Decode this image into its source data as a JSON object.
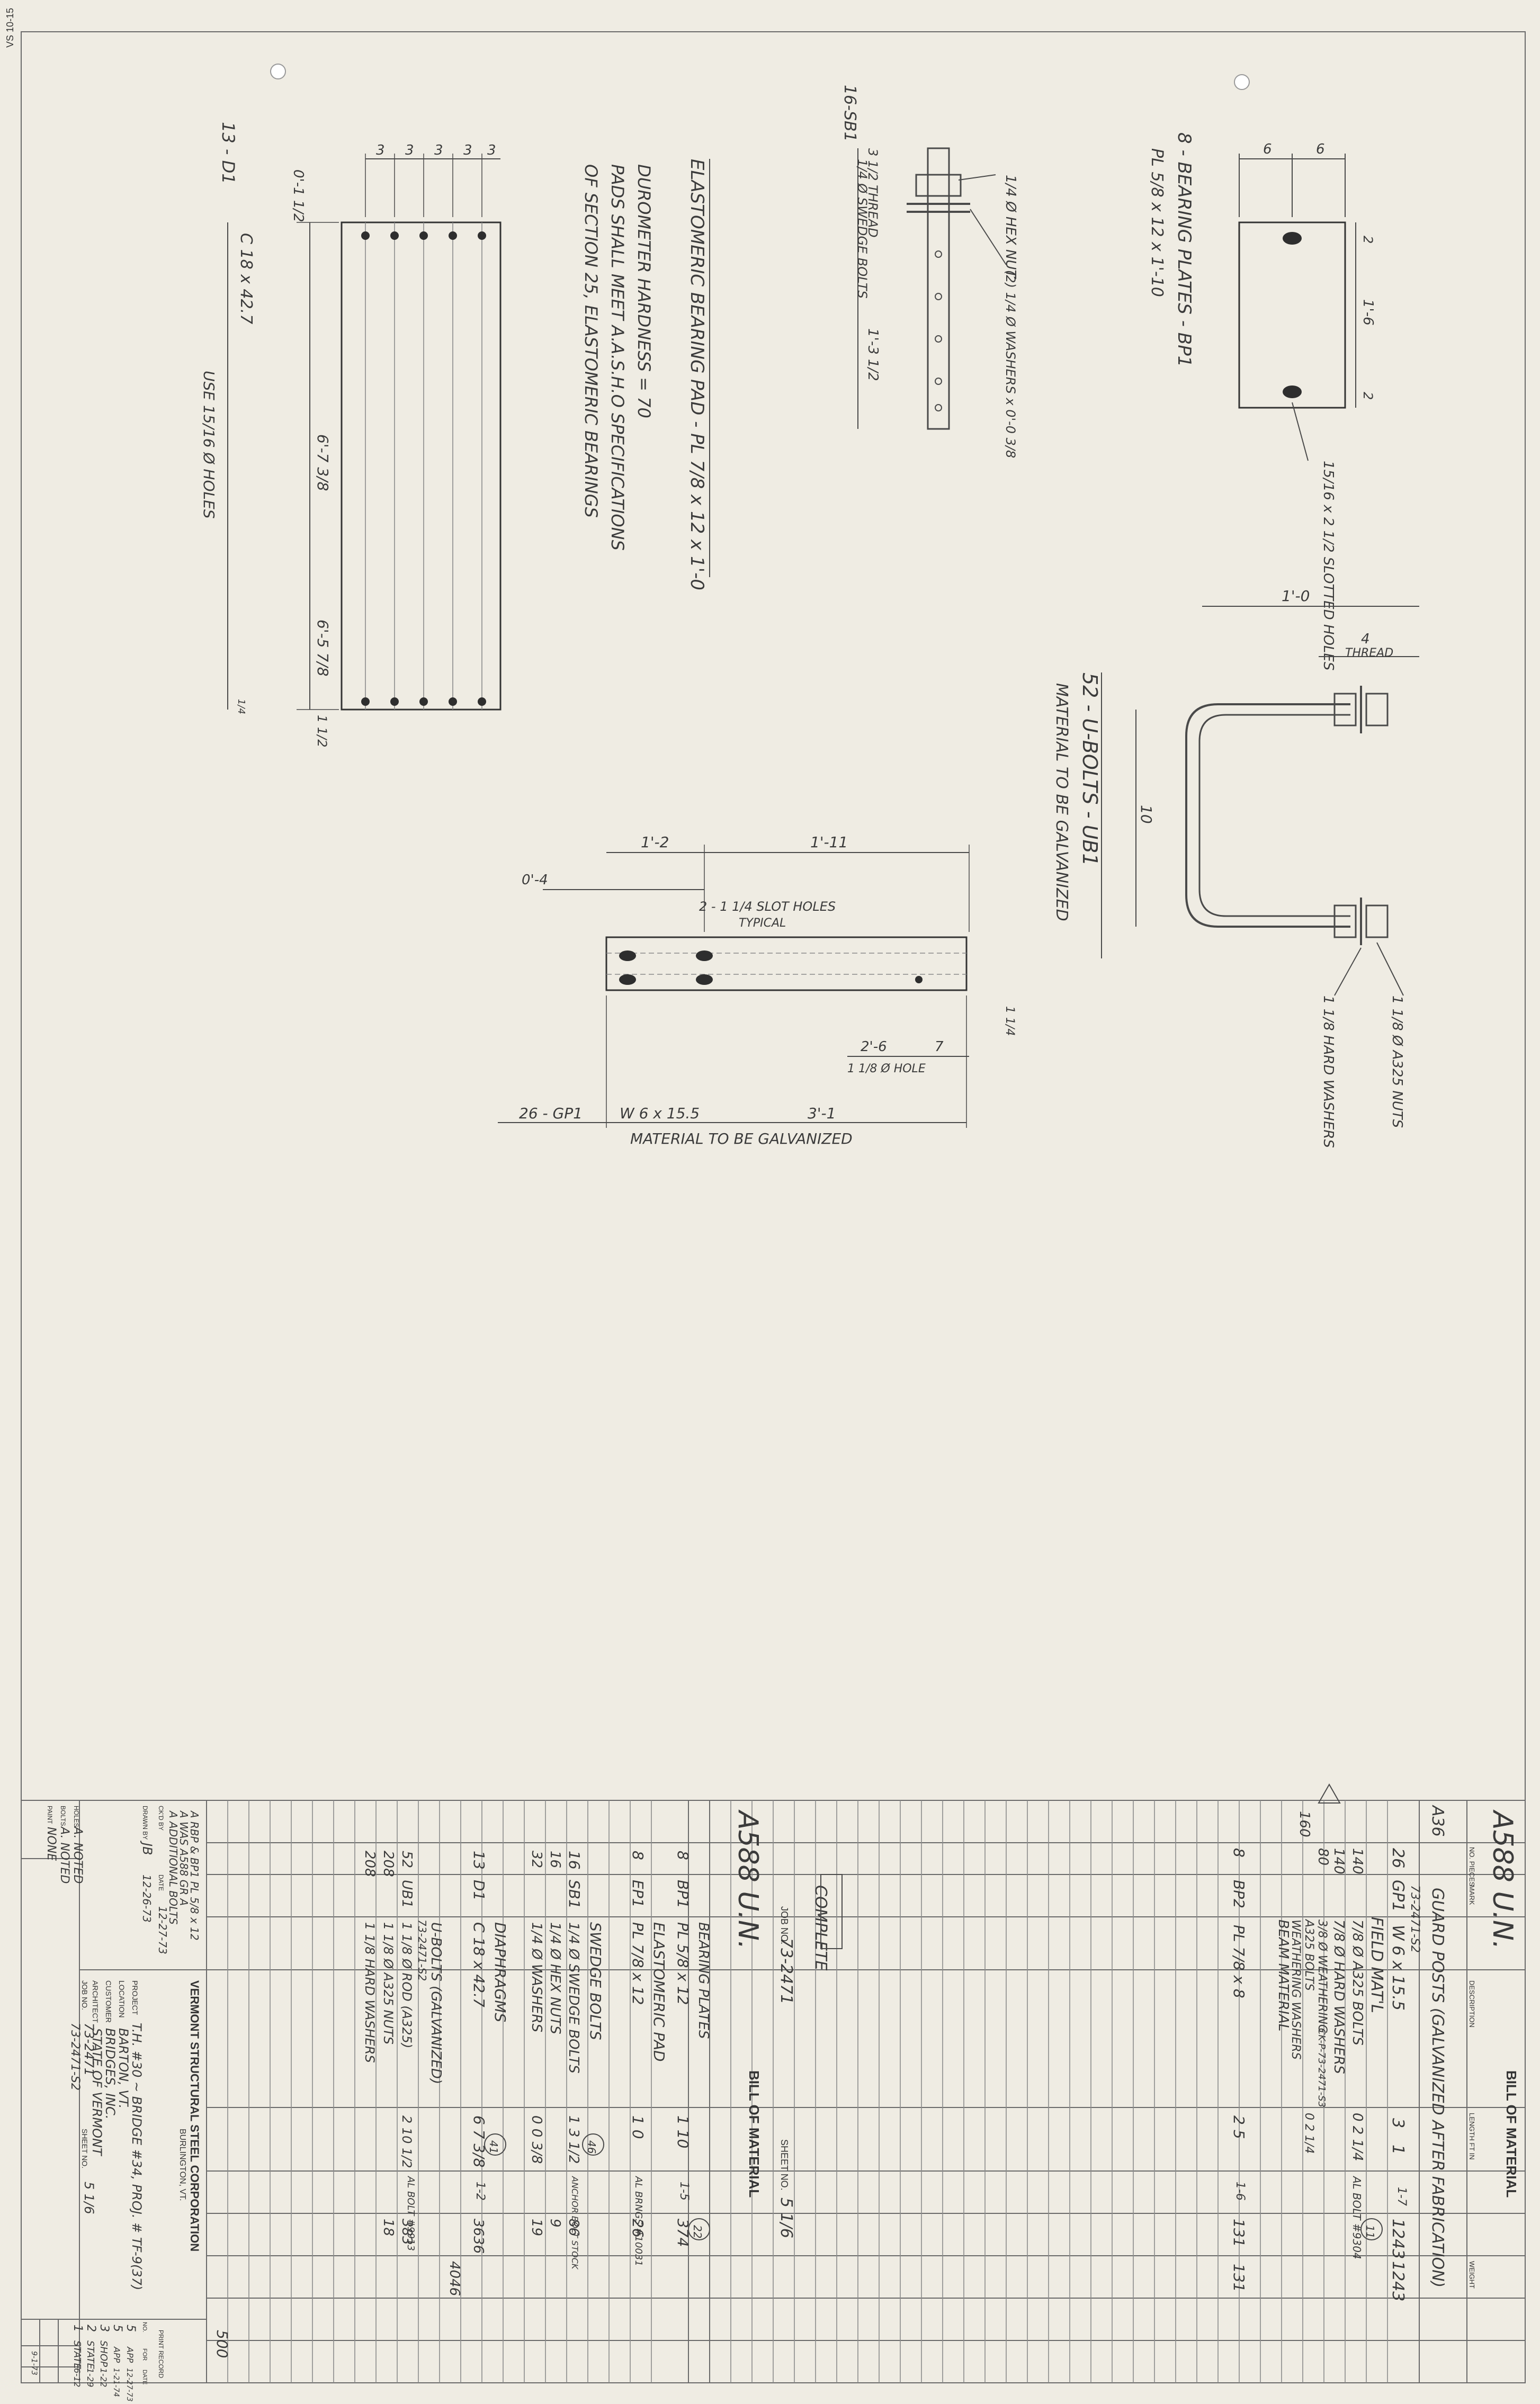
{
  "bearing_plates": {
    "title": "8 - BEARING PLATES - BP1",
    "spec": "PL 5/8 x 12 x 1'-10",
    "dim_a": "6",
    "dim_b": "6",
    "dim_c": "2",
    "dim_d": "1'-6",
    "dim_e": "2",
    "holes": "15/16 x 2 1/2 SLOTTED HOLES"
  },
  "swedge_bolts": {
    "title": "16-SB1",
    "spec": "1/4 Ø SWEDGE BOLTS",
    "len": "1'-3 1/2",
    "thread": "3 1/2 THREAD",
    "nut": "1/4 Ø HEX NUT",
    "washers": "(2) 1/4 Ø WASHERS x 0'-0 3/8"
  },
  "pad_note": {
    "title": "ELASTOMERIC BEARING PAD - PL 7/8 x 12 x 1'-0",
    "line1": "DUROMETER HARDNESS = 70",
    "line2": "PADS SHALL MEET A.A.S.H.O SPECIFICATIONS",
    "line3": "OF SECTION 25, ELASTOMERIC BEARINGS"
  },
  "diaphragm": {
    "title": "13 - D1",
    "spec": "C 18 x 42.7",
    "holes": "USE 15/16 Ø HOLES",
    "gages": [
      "3",
      "3",
      "3",
      "3",
      "3"
    ],
    "end_a": "0'-1 1/2",
    "mid_a": "6'-7 3/8",
    "mid_b": "6'-5 7/8",
    "end_b": "1 1/2",
    "mark": "1/4"
  },
  "ubolts": {
    "title": "52 - U-BOLTS - UB1",
    "note": "MATERIAL TO BE GALVANIZED",
    "width": "1'-0",
    "thread_len": "4",
    "thread": "THREAD",
    "height": "10",
    "nuts": "1 1/8 Ø A325 NUTS",
    "washers": "1 1/8 HARD WASHERS"
  },
  "guard_post": {
    "d1": "1'-2",
    "d2": "1'-11",
    "d3": "0'-4",
    "slot": "2 - 1 1/4 SLOT HOLES",
    "typical": "TYPICAL",
    "d4": "2'-6",
    "d5": "7",
    "hole": "1 1/8 Ø HOLE",
    "side": "1 1/4",
    "label": "26 - GP1",
    "spec": "W 6 x 15.5",
    "len": "3'-1",
    "note": "MATERIAL TO BE GALVANIZED"
  },
  "bom_top": {
    "header": "BILL OF MATERIAL",
    "grade": "A588 U.N.",
    "col_pieces": "NO. PIECES",
    "col_mark": "MARK",
    "col_desc": "DESCRIPTION",
    "col_len": "LENGTH FT IN",
    "col_weight": "WEIGHT",
    "a36": "A36",
    "gp_qty": "26",
    "gp_mark": "GP1",
    "gp_desc": "GUARD POSTS (GALVANIZED AFTER FABRICATION)",
    "gp_job": "73-2471-S2",
    "gp_size": "W 6 x 15.5",
    "gp_ft": "3",
    "gp_in": "1",
    "gp_wt": "1243",
    "gp_wt2": "1243",
    "gp_note": "1-7",
    "field": "FIELD MAT'L",
    "f1_qty": "140",
    "f1_desc": "7/8 Ø A325 BOLTS",
    "f1_len": "0 2 1/4",
    "f1_note": "AL BOLT #9304",
    "f2_qty": "140",
    "f2_desc": "7/8 Ø HARD WASHERS",
    "f3_qty": "80",
    "f3_desc": "3/8 Ø WEATHERING",
    "f3_note": "CK-P-73-2471-S3",
    "f4_qty": "160",
    "f4_desc": "A325 BOLTS",
    "f4_len": "0 2 1/4",
    "f5_desc": "WEATHERING WASHERS",
    "f6_desc": "BEAM MATERIAL",
    "circ1": "11",
    "bp2_qty": "8",
    "bp2_mark": "BP2",
    "bp2_desc": "PL 7/8 x 8",
    "bp2_len": "2 5",
    "bp2_wt": "131",
    "bp2_wt2": "131",
    "bp2_note": "1-6",
    "job_label": "JOB NO.",
    "job_no": "73-2471",
    "sheet_label": "SHEET NO.",
    "sheet_no": "5 1/6",
    "complete": "COMPLETE"
  },
  "bom_bottom": {
    "header": "BILL OF MATERIAL",
    "grade": "A588 U.N.",
    "r1_qty": "8",
    "r1_mark": "BP1",
    "r1_desc": "BEARING PLATES",
    "r1_size": "PL 5/8 x 12",
    "r1_len": "1 10",
    "r1_wt": "374",
    "r1_note": "1-5",
    "circ_a": "22",
    "r2_desc": "ELASTOMERIC PAD",
    "r2_qty": "8",
    "r2_mark": "EP1",
    "r2_size": "PL 7/8 x 12",
    "r2_len": "1 0",
    "r2_note": "AL BRNGS #10031",
    "r2_wt": "26",
    "r3_desc": "SWEDGE BOLTS",
    "r3_qty": "16",
    "r3_mark": "SB1",
    "r3_size": "1/4 Ø SWEDGE BOLTS",
    "r3_len": "1 3 1/2",
    "r3_wt": "86",
    "r3_note": "ANCHOR BOLT STOCK",
    "r4_qty": "16",
    "r4_size": "1/4 Ø HEX NUTS",
    "r4_wt": "9",
    "r5_qty": "32",
    "r5_size": "1/4 Ø WASHERS",
    "r5_len": "0 0 3/8",
    "r5_wt": "19",
    "circ_b": "46",
    "r6_desc": "DIAPHRAGMS",
    "r6_qty": "13",
    "r6_mark": "D1",
    "r6_size": "C 18 x 42.7",
    "r6_len": "6 7 3/8",
    "r6_wt": "3636",
    "r6_wt2": "4046",
    "r6_note": "1-2",
    "circ_c": "41",
    "r7_desc": "U-BOLTS (GALVANIZED)",
    "r7_job": "73-2471-S2",
    "r7_qty": "52",
    "r7_mark": "UB1",
    "r7_size": "1 1/8 Ø ROD (A325)",
    "r7_len": "2 10 1/2",
    "r7_wt": "383",
    "r7_note": "AL BOLT #9913",
    "r8_qty": "208",
    "r8_size": "1 1/8 Ø A325 NUTS",
    "r8_wt": "18",
    "r9_qty": "208",
    "r9_size": "1 1/8 HARD WASHERS",
    "total": "500"
  },
  "title_block": {
    "rev_a": "A RBP & BP1 PL 5/8 x 12",
    "rev_b": "A WAS A588 GR A",
    "rev_c": "A ADDITIONAL BOLTS",
    "company": "VERMONT STRUCTURAL STEEL CORPORATION",
    "city": "BURLINGTON, VT.",
    "holes_label": "HOLES",
    "holes": "A. NOTED",
    "bolts_label": "BOLTS",
    "bolts": "A. NOTED",
    "paint_label": "PAINT",
    "paint": "NONE",
    "chk_label": "CK'D BY",
    "drawn_label": "DRAWN BY",
    "drawn": "JB",
    "date_label": "DATE",
    "date1": "12-26-73",
    "date2": "12-27-73",
    "project_label": "PROJECT",
    "project": "T.H. #30 ~ BRIDGE #34, PROJ. # TF-9(37)",
    "location_label": "LOCATION",
    "location": "BARTON, VT.",
    "customer_label": "CUSTOMER",
    "customer": "BRIDGES, INC.",
    "architect_label": "ARCHITECT",
    "architect": "STATE OF VERMONT",
    "job_label": "JOB NO.",
    "job": "73-2471",
    "sheet_label": "SHEET NO.",
    "sheet": "5 1/6",
    "drawing": "73-2471-S2",
    "print_record": "PRINT RECORD",
    "pr_no": "NO.",
    "pr_for": "FOR",
    "pr_date": "DATE",
    "p1_no": "5",
    "p1_for": "APP",
    "p1_date": "12-27-73",
    "p2_no": "5",
    "p2_for": "APP",
    "p2_date": "1-21-74",
    "p3_no": "3",
    "p3_for": "SHOP",
    "p3_date": "1-22",
    "p4_no": "2",
    "p4_for": "STATE",
    "p4_date": "1-29",
    "p5_no": "1",
    "p5_for": "STATE",
    "p5_date": "6-12",
    "foot": "9-1-73"
  }
}
